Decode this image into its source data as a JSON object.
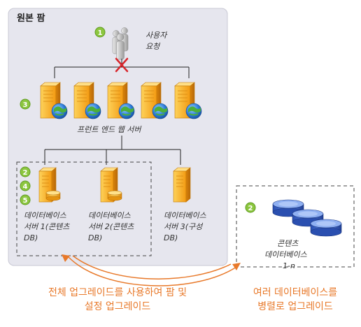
{
  "farm": {
    "title": "원본 팜"
  },
  "users": {
    "label_line1": "사용자",
    "label_line2": "요청"
  },
  "web_servers": {
    "label": "프런트 엔드 웹 서버"
  },
  "db_servers": [
    {
      "line1": "데이터베이스",
      "line2": "서버 1(콘텐츠",
      "line3": "DB)"
    },
    {
      "line1": "데이터베이스",
      "line2": "서버 2(콘텐츠",
      "line3": "DB)"
    },
    {
      "line1": "데이터베이스",
      "line2": "서버 3(구성",
      "line3": "DB)"
    }
  ],
  "content_dbs": {
    "line1": "콘텐츠",
    "line2": "데이터베이스",
    "line3": "1-n"
  },
  "steps": {
    "user": "1",
    "web": "3",
    "db_a": "2",
    "db_b": "4",
    "db_c": "5",
    "content": "2"
  },
  "captions": {
    "left_line1": "전체 업그레이드를 사용하여 팜 및",
    "left_line2": "설정 업그레이드",
    "right_line1": "여러 데이터베이스를",
    "right_line2": "병렬로 업그레이드"
  },
  "colors": {
    "caption": "#e8792a",
    "step_badge": "#8cc63f",
    "farm_bg": "#e6e6ee",
    "server": "#f5a623",
    "db_disk": "#3b5fc0"
  }
}
